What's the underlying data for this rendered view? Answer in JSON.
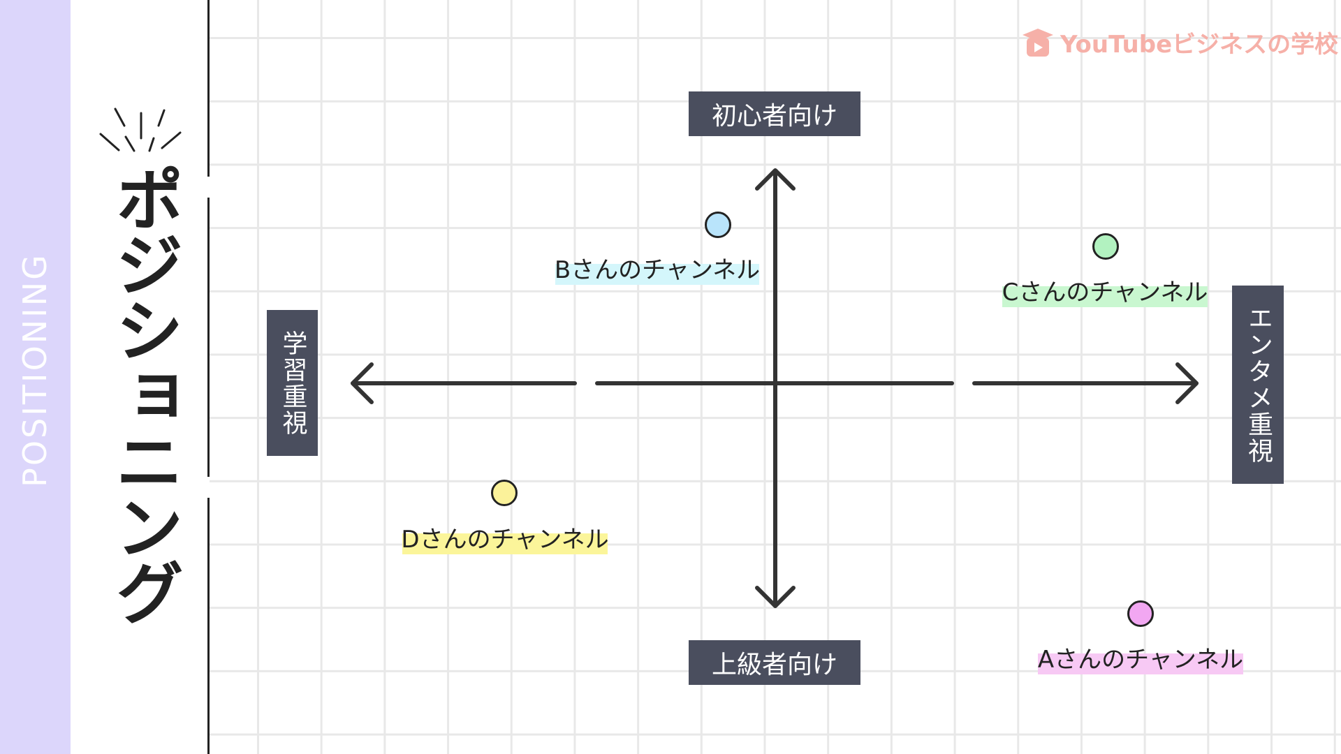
{
  "sidebar": {
    "label": "POSITIONING"
  },
  "title": "ポジショニング",
  "logo": {
    "text": "YouTubeビジネスの学校"
  },
  "axes": {
    "top": "初心者向け",
    "bottom": "上級者向け",
    "left": "学習重視",
    "right": "エンタメ重視"
  },
  "channels": [
    {
      "name": "Bさんのチャンネル",
      "dot_color": "#b9e4fb",
      "highlight_color": "#d4f6fb"
    },
    {
      "name": "Cさんのチャンネル",
      "dot_color": "#b2f2c0",
      "highlight_color": "#c9f7d0"
    },
    {
      "name": "Dさんのチャンネル",
      "dot_color": "#fbf29a",
      "highlight_color": "#fbf59a"
    },
    {
      "name": "Aさんのチャンネル",
      "dot_color": "#f2a7f2",
      "highlight_color": "#f7c9f4"
    }
  ],
  "colors": {
    "sidebar": "#dcd6fb",
    "label_bg": "#4a4e5e",
    "ink": "#222222",
    "logo": "#f6b0a8"
  }
}
